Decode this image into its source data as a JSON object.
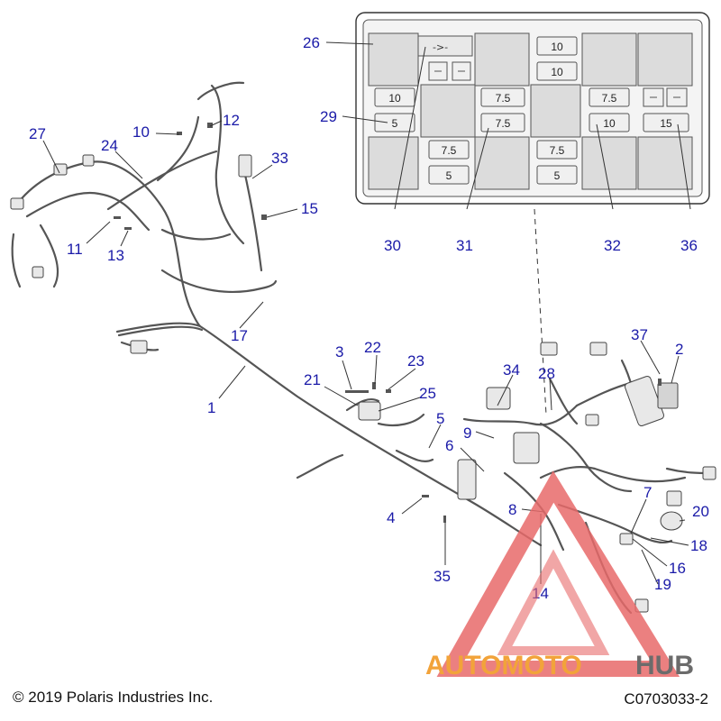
{
  "fuse_box": {
    "fuses": [
      "10",
      "10",
      "10",
      "5",
      "7.5",
      "7.5",
      "7.5",
      "5",
      "7.5",
      "5",
      "7.5",
      "10",
      "15"
    ],
    "callouts": [
      "26",
      "29",
      "30",
      "31",
      "32",
      "36"
    ]
  },
  "harness_callouts": [
    "27",
    "10",
    "12",
    "24",
    "33",
    "15",
    "11",
    "13",
    "17",
    "1",
    "3",
    "22",
    "23",
    "21",
    "25",
    "5",
    "4",
    "35",
    "34",
    "28",
    "9",
    "6",
    "37",
    "2",
    "8",
    "7",
    "20",
    "18",
    "16",
    "19",
    "14"
  ],
  "watermark": {
    "brand_part1": "AUTOMOTO",
    "brand_part2": "HUB",
    "color_red": "#e86a6a",
    "color_orange": "#f2a33a",
    "color_gray": "#6b6b6b"
  },
  "footer": {
    "copyright": "© 2019 Polaris Industries Inc.",
    "drawing_number": "C0703033-2"
  },
  "colors": {
    "callout": "#1a1aa8",
    "line": "#333333",
    "harness": "#555555"
  }
}
